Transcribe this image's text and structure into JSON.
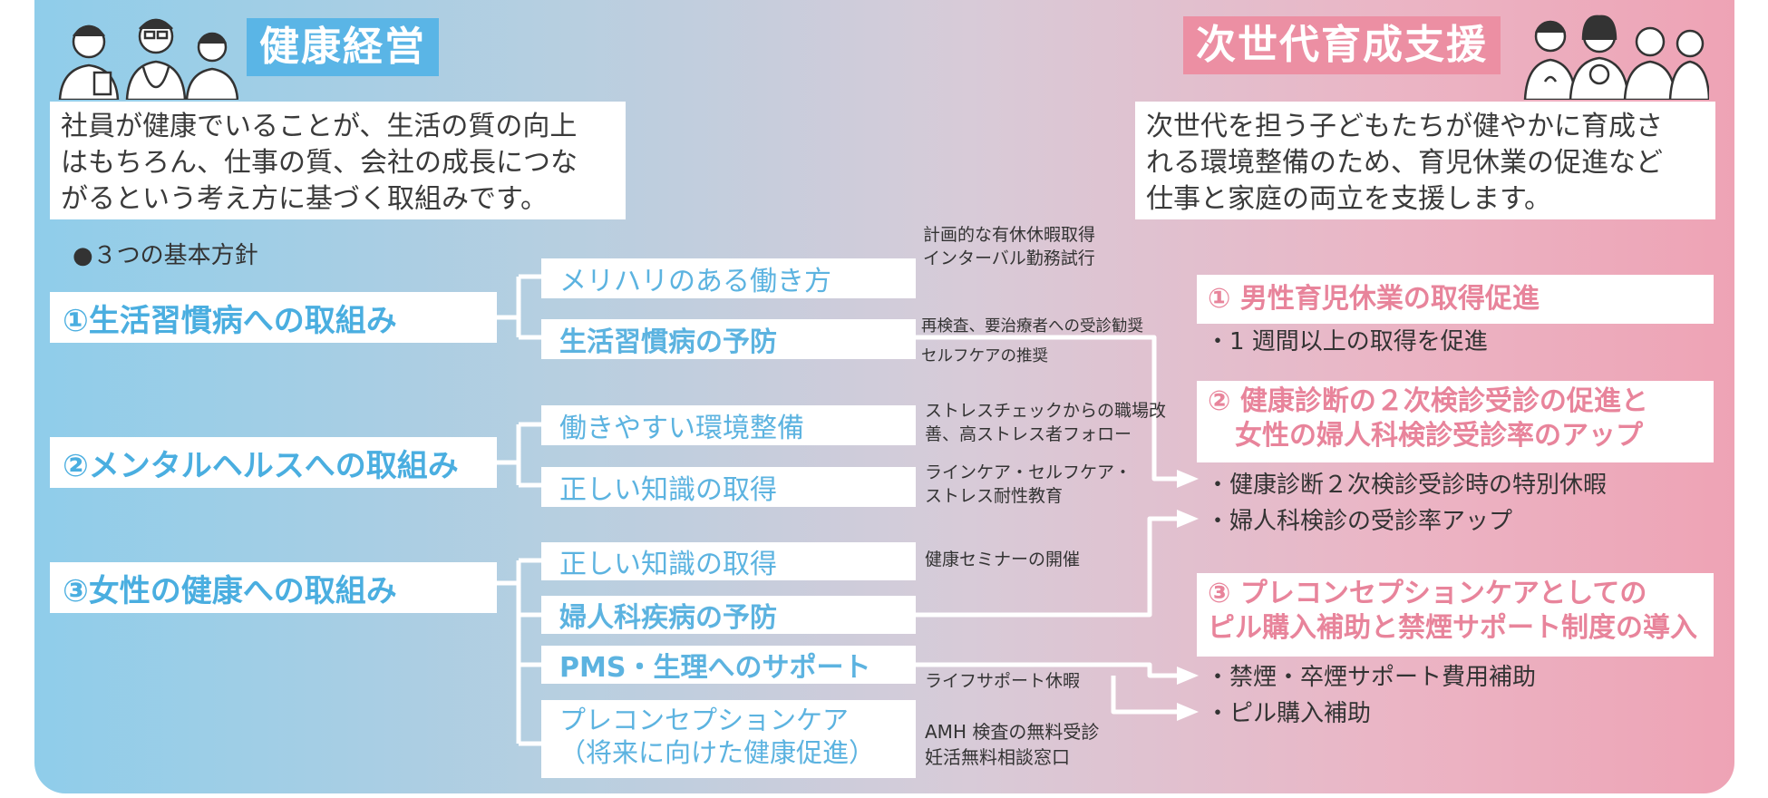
{
  "left": {
    "title": "健康経営",
    "description": "社員が健康でいることが、生活の質の向上\nはもちろん、仕事の質、会社の成長につな\nがるという考え方に基づく取組みです。",
    "policies_heading": "●３つの基本方針",
    "pillars": [
      {
        "label": "①生活習慣病への取組み",
        "items": [
          {
            "label": "メリハリのある働き方",
            "notes": "計画的な有休休暇取得\nインターバル勤務試行"
          },
          {
            "label": "生活習慣病の予防",
            "notes": "再検査、要治療者への受診勧奨\nセルフケアの推奨"
          }
        ]
      },
      {
        "label": "②メンタルヘルスへの取組み",
        "items": [
          {
            "label": "働きやすい環境整備",
            "notes": "ストレスチェックからの職場改\n善、高ストレス者フォロー"
          },
          {
            "label": "正しい知識の取得",
            "notes": "ラインケア・セルフケア・\nストレス耐性教育"
          }
        ]
      },
      {
        "label": "③女性の健康への取組み",
        "items": [
          {
            "label": "正しい知識の取得",
            "notes": "健康セミナーの開催"
          },
          {
            "label": "婦人科疾病の予防",
            "notes": ""
          },
          {
            "label": "PMS・生理へのサポート",
            "notes": "ライフサポート休暇"
          },
          {
            "label": "プレコンセプションケア\n（将来に向けた健康促進）",
            "notes": "AMH 検査の無料受診\n妊活無料相談窓口"
          }
        ]
      }
    ]
  },
  "right": {
    "title": "次世代育成支援",
    "description": "次世代を担う子どもたちが健やかに育成さ\nれる環境整備のため、育児休業の促進など\n仕事と家庭の両立を支援します。",
    "sections": [
      {
        "heading": "① 男性育児休業の取得促進",
        "bullets": [
          "・1 週間以上の取得を促進"
        ]
      },
      {
        "heading": "② 健康診断の２次検診受診の促進と\n　女性の婦人科検診受診率のアップ",
        "bullets": [
          "・健康診断２次検診受診時の特別休暇",
          "・婦人科検診の受診率アップ"
        ]
      },
      {
        "heading": "③ プレコンセプションケアとしての\nピル購入補助と禁煙サポート制度の導入",
        "bullets": [
          "・禁煙・卒煙サポート費用補助",
          "・ピル購入補助"
        ]
      }
    ]
  },
  "colors": {
    "blue_text": "#4aaee0",
    "pink_text": "#e8849b",
    "left_badge": "#5ab5e6",
    "right_badge": "#ec8fa3"
  }
}
